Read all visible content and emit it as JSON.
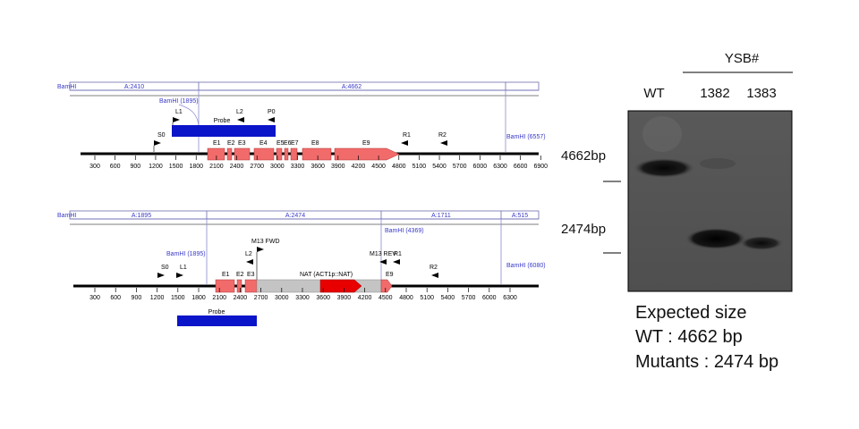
{
  "wt_map": {
    "fragments": [
      "A:2410",
      "A:4662"
    ],
    "left_label": "BamHI",
    "bamhi_left": "BamHI (1895)",
    "bamhi_right": "BamHI (6557)",
    "probe": "Probe",
    "primers": [
      "S0",
      "L1",
      "L2",
      "P0",
      "R1",
      "R2"
    ],
    "exons": [
      "E1",
      "E2",
      "E3",
      "E4",
      "E5",
      "E6",
      "E7",
      "E8",
      "E9"
    ],
    "ticks": [
      "300",
      "600",
      "900",
      "1200",
      "1500",
      "1800",
      "2100",
      "2400",
      "2700",
      "3000",
      "3300",
      "3600",
      "3900",
      "4200",
      "4500",
      "4800",
      "5100",
      "5400",
      "5700",
      "6000",
      "6300",
      "6600",
      "6900"
    ]
  },
  "mut_map": {
    "fragments": [
      "A:1895",
      "A:2474",
      "A:1711",
      "A:515"
    ],
    "left_label": "BamHI",
    "bamhi_left": "BamHI (1895)",
    "bamhi_mid": "BamHI (4369)",
    "bamhi_right": "BamHI (6080)",
    "m13_fwd": "M13 FWD",
    "m13_rev": "M13 REV",
    "cassette": "NAT (ACT1p::NAT)",
    "probe": "Probe",
    "primers": [
      "S0",
      "L1",
      "L2",
      "R1",
      "R2"
    ],
    "exons": [
      "E1",
      "E2",
      "E3",
      "E9"
    ],
    "ticks": [
      "300",
      "600",
      "900",
      "1200",
      "1500",
      "1800",
      "2100",
      "2400",
      "2700",
      "3000",
      "3300",
      "3600",
      "3900",
      "4200",
      "4500",
      "4800",
      "5100",
      "5400",
      "5700",
      "6000",
      "6300"
    ]
  },
  "blot": {
    "group_label": "YSB#",
    "lanes": [
      "WT",
      "1382",
      "1383"
    ],
    "markers": [
      "4662bp",
      "2474bp"
    ]
  },
  "caption": {
    "line1": "Expected size",
    "line2": "WT : 4662 bp",
    "line3": "Mutants : 2474 bp"
  },
  "colors": {
    "exon": "#f26b6b",
    "probe": "#0a14c8",
    "cassette_grey": "#c4c4c4",
    "cassette_red": "#e80000",
    "bamhi_blue": "#3a3ac8"
  }
}
